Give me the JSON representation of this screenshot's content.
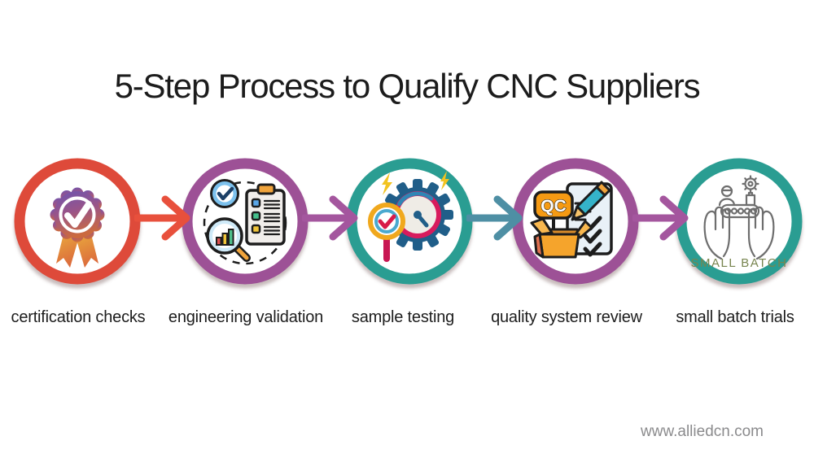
{
  "title": "5-Step Process to Qualify CNC Suppliers",
  "steps": [
    {
      "label": "certification checks",
      "ring_color": "#de4a3a",
      "icon": "certification-badge"
    },
    {
      "label": "engineering validation",
      "ring_color": "#9d5196",
      "icon": "validation-checklist"
    },
    {
      "label": "sample testing",
      "ring_color": "#2a9d92",
      "icon": "testing-gauge-gear"
    },
    {
      "label": "quality system review",
      "ring_color": "#9d5196",
      "icon": "qc-review",
      "badge_text": "QC"
    },
    {
      "label": "small batch trials",
      "ring_color": "#2a9d92",
      "icon": "small-batch-hands",
      "icon_text": "SMALL BATCH"
    }
  ],
  "arrows": [
    {
      "color": "#e8503c"
    },
    {
      "color": "#a4569e"
    },
    {
      "color": "#4e8fa4"
    },
    {
      "color": "#a4569e"
    }
  ],
  "footer": {
    "website": "www.alliedcn.com"
  },
  "theme": {
    "background": "#ffffff",
    "title_color": "#1c1c1c",
    "label_color": "#1d1d1d",
    "footer_color": "#8b8b8d"
  }
}
